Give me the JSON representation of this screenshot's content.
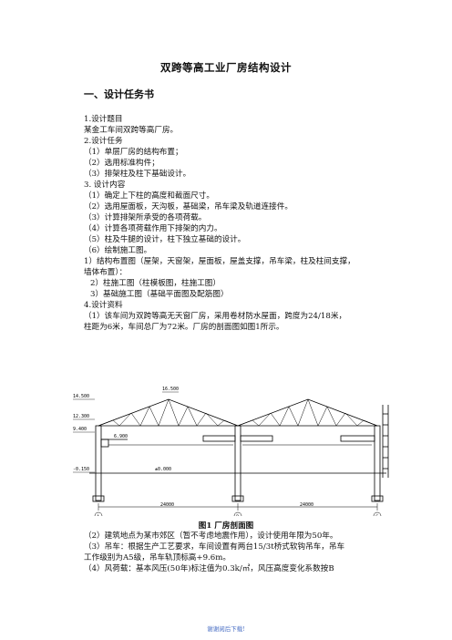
{
  "title": "双跨等高工业厂房结构设计",
  "section1": "一、设计任务书",
  "body": [
    "1.设计题目",
    "某金工车间双跨等高厂房。",
    "2.设计任务",
    "（1）单层厂房的结构布置；",
    "（2）选用标准构件；",
    "（3）排架柱及柱下基础设计。",
    "3. 设计内容",
    "（1）确定上下柱的高度和截面尺寸。",
    "（2）选用屋面板，天沟板，基础梁，吊车梁及轨道连接件。",
    "（3）计算排架所承受的各项荷载。",
    "（4）计算各项荷载作用下排架的内力。",
    "（5）柱及牛腿的设计，柱下独立基础的设计。",
    "（6）绘制施工图。",
    "1）结构布置图（屋架，天窗架，屋面板，屋盖支撑，吊车梁，柱及柱间支撑，",
    "墙体布置）：",
    "2）柱施工图（柱模板图，柱施工图）",
    "3）基础施工图（基础平面图及配筋图）",
    "4.设计资料",
    "（1）该车间为双跨等高无天窗厂房，采用卷材防水屋面，跨度为24/18米，",
    "柱距为6米，车间总厂为72米。厂房的剖面图如图1所示。"
  ],
  "figure": {
    "elevations": [
      "14.500",
      "12.300",
      "9.400",
      "6.900",
      "-0.150",
      "16.500",
      "±0.000"
    ],
    "spans": [
      "24000",
      "24000"
    ],
    "axes": [
      "A",
      "B",
      "C"
    ]
  },
  "caption": "图1     厂房剖面图",
  "after": [
    "（2）建筑地点为某市郊区（暂不考虑地震作用），设计使用年限为50年。",
    "（3）吊车：根据生产工艺要求，车间设置有两台15/3t桥式软钩吊车，吊车",
    "工作级别为A5级，吊车轨顶标高+9.6m。",
    "（4）风荷载：基本风压(50年)标注值为0.3k/㎡，风压高度变化系数按B"
  ],
  "footer": "谢谢阅后下载!"
}
